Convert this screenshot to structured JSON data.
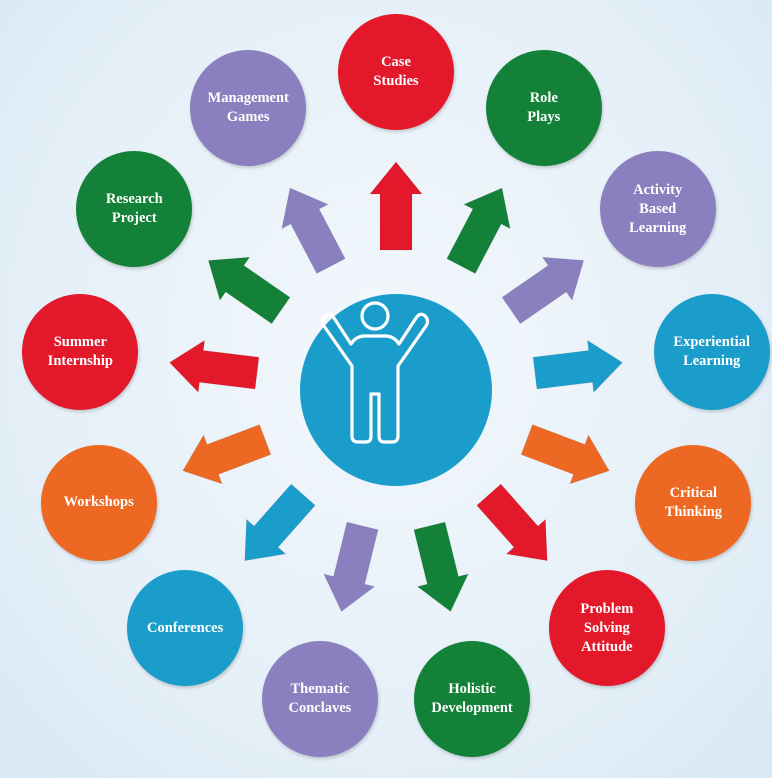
{
  "colors": {
    "red": "#e3192b",
    "green": "#148138",
    "purple": "#8a80c0",
    "blue": "#1b9dcb",
    "orange": "#ec6823",
    "hub": "#1b9dcb"
  },
  "hub_icon": "person-arms-raised-icon",
  "nodes": [
    {
      "id": "case-studies",
      "label": "Case\nStudies",
      "color": "red"
    },
    {
      "id": "role-plays",
      "label": "Role\nPlays",
      "color": "green"
    },
    {
      "id": "activity-based-learning",
      "label": "Activity\nBased\nLearning",
      "color": "purple"
    },
    {
      "id": "experiential-learning",
      "label": "Experiential\nLearning",
      "color": "blue"
    },
    {
      "id": "critical-thinking",
      "label": "Critical\nThinking",
      "color": "orange"
    },
    {
      "id": "problem-solving-attitude",
      "label": "Problem\nSolving\nAttitude",
      "color": "red"
    },
    {
      "id": "holistic-development",
      "label": "Holistic\nDevelopment",
      "color": "green"
    },
    {
      "id": "thematic-conclaves",
      "label": "Thematic\nConclaves",
      "color": "purple"
    },
    {
      "id": "conferences",
      "label": "Conferences",
      "color": "blue"
    },
    {
      "id": "workshops",
      "label": "Workshops",
      "color": "orange"
    },
    {
      "id": "summer-internship",
      "label": "Summer\nInternship",
      "color": "red"
    },
    {
      "id": "research-project",
      "label": "Research\nProject",
      "color": "green"
    },
    {
      "id": "management-games",
      "label": "Management\nGames",
      "color": "purple"
    }
  ],
  "arrows": [
    {
      "color": "red"
    },
    {
      "color": "green"
    },
    {
      "color": "purple"
    },
    {
      "color": "blue"
    },
    {
      "color": "orange"
    },
    {
      "color": "red"
    },
    {
      "color": "green"
    },
    {
      "color": "purple"
    },
    {
      "color": "blue"
    },
    {
      "color": "orange"
    },
    {
      "color": "red"
    },
    {
      "color": "green"
    },
    {
      "color": "purple"
    }
  ]
}
